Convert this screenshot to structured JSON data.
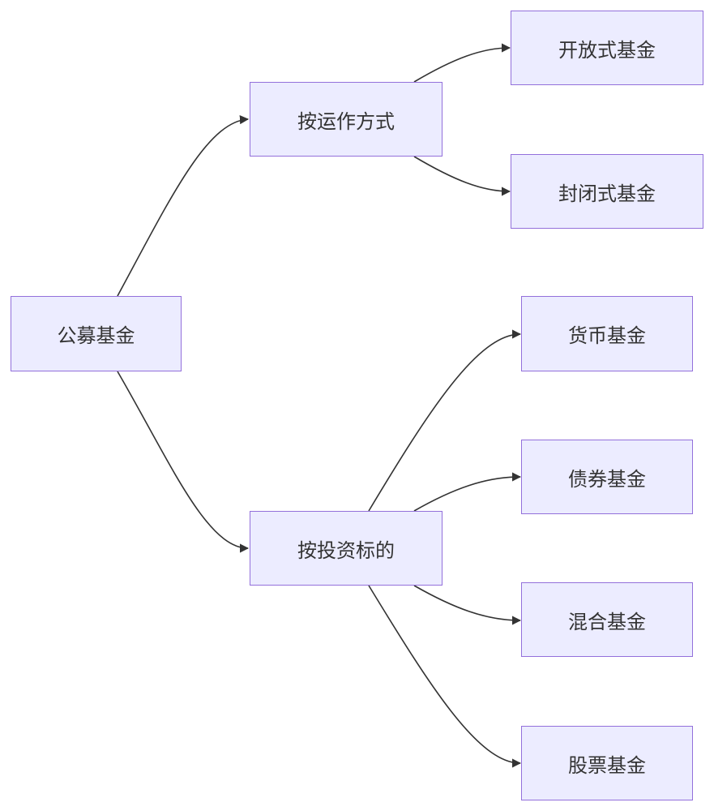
{
  "nodes": {
    "root": "公募基金",
    "by_operation": "按运作方式",
    "by_target": "按投资标的",
    "open_end": "开放式基金",
    "closed_end": "封闭式基金",
    "money_market": "货币基金",
    "bond": "债券基金",
    "hybrid": "混合基金",
    "stock": "股票基金"
  },
  "colors": {
    "node_fill": "#ececff",
    "node_border": "#9370db",
    "edge": "#333333",
    "text": "#333333"
  }
}
